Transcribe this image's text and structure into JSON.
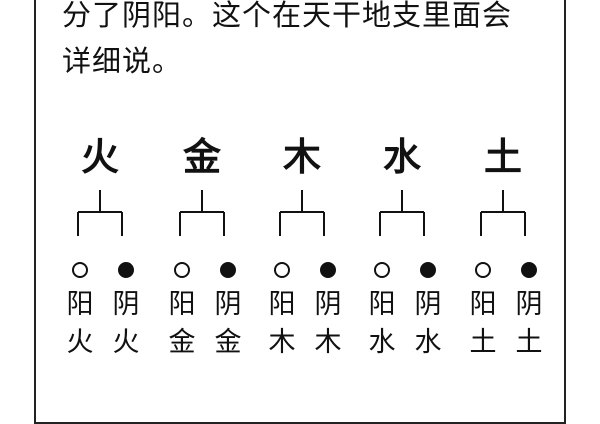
{
  "intro": {
    "line1": "分了阴阳。这个在天干地支里面会",
    "line2": "详细说。"
  },
  "elements": [
    {
      "name": "火",
      "yang_label": [
        "阳",
        "火"
      ],
      "yin_label": [
        "阴",
        "火"
      ]
    },
    {
      "name": "金",
      "yang_label": [
        "阳",
        "金"
      ],
      "yin_label": [
        "阴",
        "金"
      ]
    },
    {
      "name": "木",
      "yang_label": [
        "阳",
        "木"
      ],
      "yin_label": [
        "阴",
        "木"
      ]
    },
    {
      "name": "水",
      "yang_label": [
        "阳",
        "水"
      ],
      "yin_label": [
        "阴",
        "水"
      ]
    },
    {
      "name": "土",
      "yang_label": [
        "阳",
        "土"
      ],
      "yin_label": [
        "阴",
        "土"
      ]
    }
  ],
  "symbols": {
    "yang": "open-circle",
    "yin": "filled-circle"
  },
  "colors": {
    "ink": "#111111",
    "background": "#ffffff"
  }
}
